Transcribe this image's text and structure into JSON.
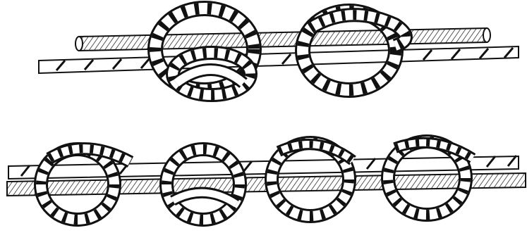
{
  "illustration": {
    "ink_color": "#111111",
    "paper_color": "#ffffff",
    "rows": [
      {
        "knots": [
          {
            "kind": "open-knot"
          },
          {
            "kind": "tightened-knot"
          }
        ]
      },
      {
        "knots": [
          {
            "kind": "loop-knot"
          },
          {
            "kind": "loop-knot"
          },
          {
            "kind": "loop-knot"
          },
          {
            "kind": "loop-knot"
          }
        ]
      }
    ]
  }
}
